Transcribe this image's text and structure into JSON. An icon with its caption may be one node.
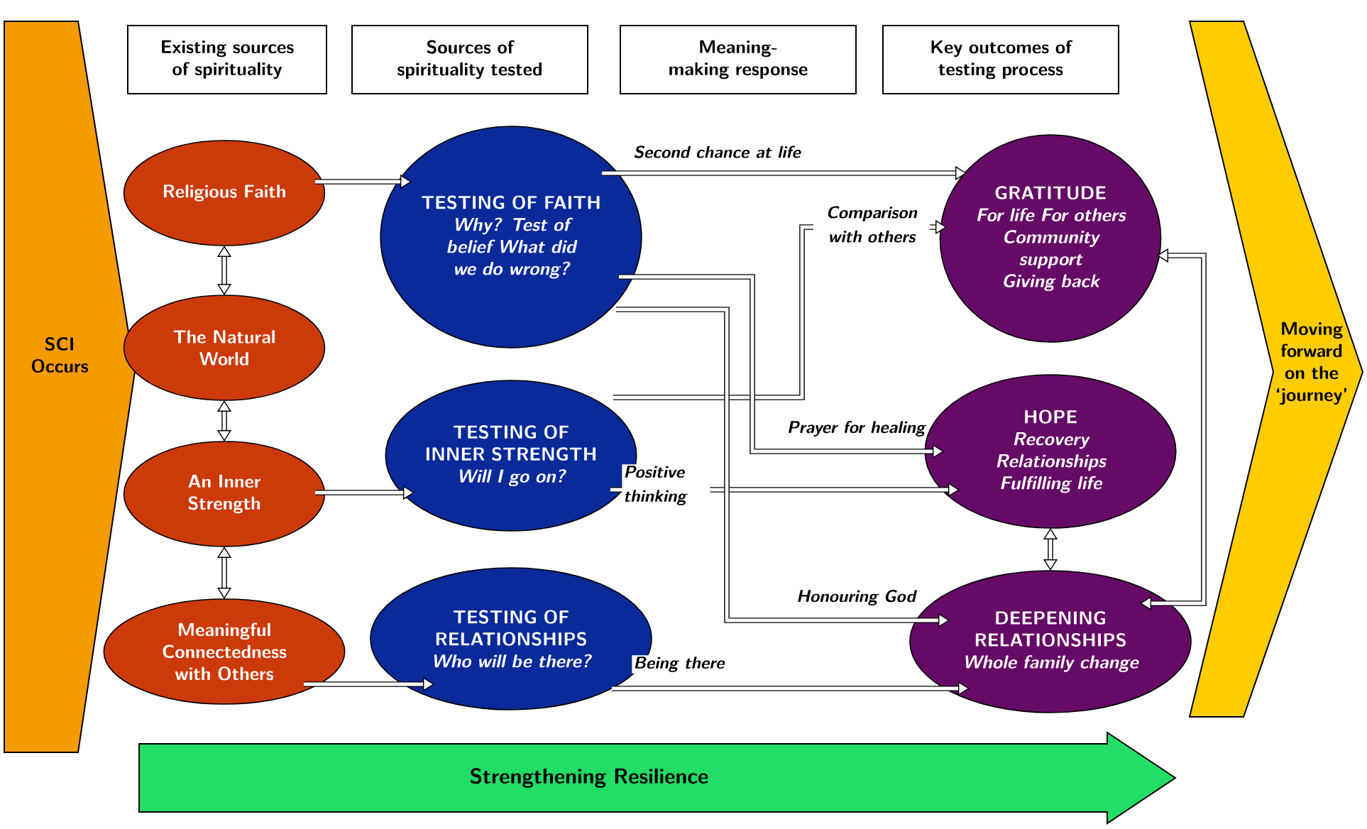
{
  "diagram": {
    "nodes": [
      {
        "text": [
          "SCI Occurs"
        ]
      },
      {
        "text": [
          "Existing sources of spirituality"
        ]
      },
      {
        "text": [
          "Sources of spirituality tested"
        ]
      },
      {
        "text": [
          "Meaning-making response"
        ]
      },
      {
        "text": [
          "Key outcomes of testing process"
        ]
      },
      {
        "text": [
          "Religious Faith"
        ]
      },
      {
        "text": [
          "The Natural World"
        ]
      },
      {
        "text": [
          "An Inner Strength"
        ]
      },
      {
        "text": [
          "Meaningful Connectedness with Others"
        ]
      },
      {
        "text": [
          "TESTING OF FAITH",
          "Why? Test of belief What did we do wrong?"
        ]
      },
      {
        "text": [
          "TESTING OF INNER STRENGTH",
          "Will I go on?"
        ]
      },
      {
        "text": [
          "TESTING OF RELATIONSHIPS",
          "Who will be there?"
        ]
      },
      {
        "text": [
          "GRATITUDE",
          "For life For others Community support Giving back"
        ]
      },
      {
        "text": [
          "HOPE",
          "Recovery Relationships Fulfilling life"
        ]
      },
      {
        "text": [
          "DEEPENING RELATIONSHIPS",
          "Whole family change"
        ]
      },
      {
        "text": [
          "Moving forward on the ‘journey’"
        ]
      },
      {
        "text": [
          "Strengthening Resilience"
        ]
      }
    ],
    "edges": [
      {
        "from": 5,
        "to": 6,
        "arrow": "both"
      },
      {
        "from": 6,
        "to": 7,
        "arrow": "both"
      },
      {
        "from": 7,
        "to": 8,
        "arrow": "both"
      },
      {
        "from": 5,
        "to": 9,
        "arrow": "to"
      },
      {
        "from": 7,
        "to": 10,
        "arrow": "to"
      },
      {
        "from": 8,
        "to": 11,
        "arrow": "to"
      },
      {
        "from": 9,
        "to": 12,
        "arrow": "to",
        "label": "Second chance at life"
      },
      {
        "from": 10,
        "to": 12,
        "arrow": "to",
        "label": "Comparison with others"
      },
      {
        "from": 9,
        "to": 13,
        "arrow": "to",
        "label": "Prayer for healing"
      },
      {
        "from": 10,
        "to": 13,
        "arrow": "to",
        "label": "Positive thinking"
      },
      {
        "from": 9,
        "to": 14,
        "arrow": "to",
        "label": "Honouring God"
      },
      {
        "from": 11,
        "to": 14,
        "arrow": "to",
        "label": "Being there"
      },
      {
        "from": 13,
        "to": 14,
        "arrow": "both"
      },
      {
        "from": 12,
        "to": 14,
        "arrow": "both"
      }
    ]
  }
}
